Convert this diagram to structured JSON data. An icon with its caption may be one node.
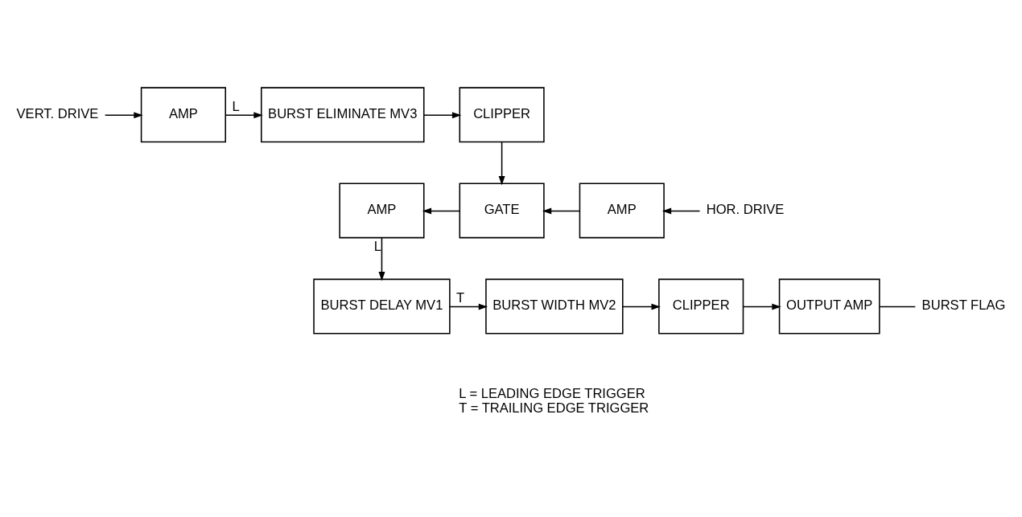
{
  "diagram": {
    "nodes": [
      {
        "text": [
          "VERT. DRIVE"
        ]
      },
      {
        "text": [
          "AMP"
        ]
      },
      {
        "text": [
          "BURST ELIMINATE MV3"
        ]
      },
      {
        "text": [
          "CLIPPER"
        ]
      },
      {
        "text": [
          "AMP"
        ]
      },
      {
        "text": [
          "GATE"
        ]
      },
      {
        "text": [
          "AMP"
        ]
      },
      {
        "text": [
          "HOR. DRIVE"
        ]
      },
      {
        "text": [
          "BURST DELAY MV1"
        ]
      },
      {
        "text": [
          "BURST WIDTH MV2"
        ]
      },
      {
        "text": [
          "CLIPPER"
        ]
      },
      {
        "text": [
          "OUTPUT AMP"
        ]
      },
      {
        "text": [
          "BURST FLAG"
        ]
      }
    ],
    "edges": [
      {
        "from": 0,
        "to": 1,
        "arrow": "to"
      },
      {
        "from": 1,
        "to": 2,
        "arrow": "to",
        "label": "L"
      },
      {
        "from": 2,
        "to": 3,
        "arrow": "to"
      },
      {
        "from": 3,
        "to": 5,
        "arrow": "to"
      },
      {
        "from": 7,
        "to": 6,
        "arrow": "to"
      },
      {
        "from": 6,
        "to": 5,
        "arrow": "to"
      },
      {
        "from": 5,
        "to": 4,
        "arrow": "to"
      },
      {
        "from": 4,
        "to": 8,
        "arrow": "to",
        "label": "L"
      },
      {
        "from": 8,
        "to": 9,
        "arrow": "to",
        "label": "T"
      },
      {
        "from": 9,
        "to": 10,
        "arrow": "to"
      },
      {
        "from": 10,
        "to": 11,
        "arrow": "to"
      },
      {
        "from": 11,
        "to": 12,
        "arrow": "none"
      }
    ],
    "labels": [
      "L = LEADING EDGE TRIGGER",
      "T = TRAILING EDGE TRIGGER"
    ]
  }
}
